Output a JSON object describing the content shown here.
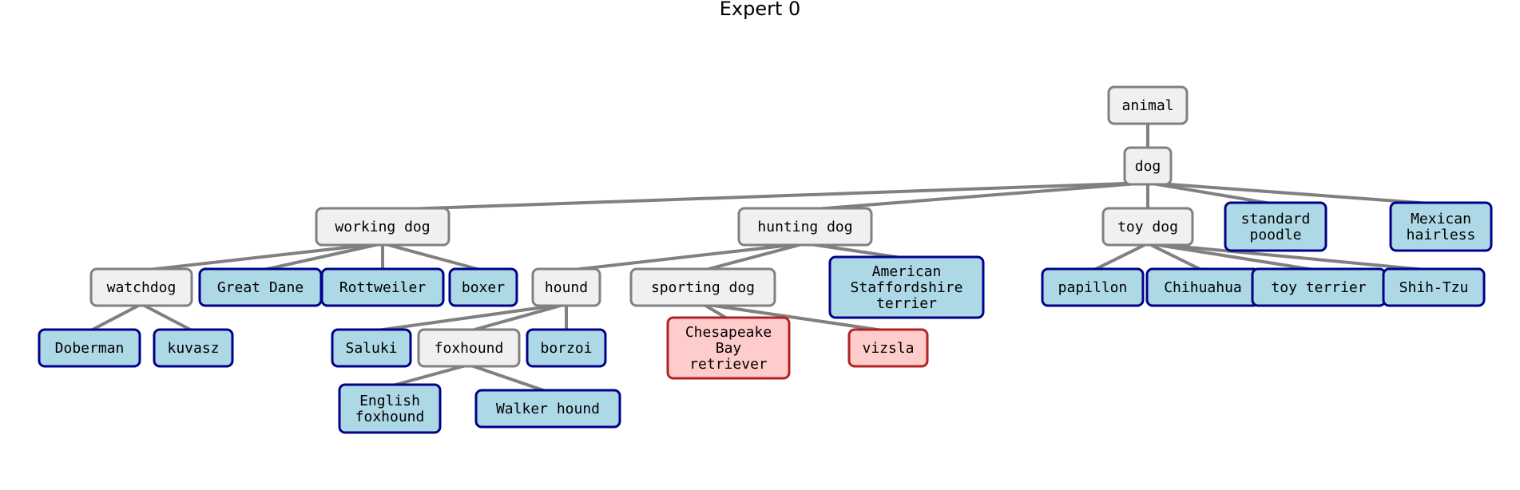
{
  "title": "Expert 0",
  "colors": {
    "edge": "#808080",
    "internal_fill": "#f0f0f0",
    "internal_stroke": "#808080",
    "leaf_fill": "#add8e6",
    "leaf_stroke": "#00008b",
    "highlight_fill": "#ffcccc",
    "highlight_stroke": "#b22222"
  },
  "nodes": [
    {
      "id": "animal",
      "label": "animal",
      "kind": "internal"
    },
    {
      "id": "dog",
      "label": "dog",
      "kind": "internal"
    },
    {
      "id": "working_dog",
      "label": "working dog",
      "kind": "internal"
    },
    {
      "id": "hunting_dog",
      "label": "hunting dog",
      "kind": "internal"
    },
    {
      "id": "toy_dog",
      "label": "toy dog",
      "kind": "internal"
    },
    {
      "id": "standard_poodle",
      "label": "standard\npoodle",
      "kind": "leaf"
    },
    {
      "id": "mexican_hairless",
      "label": "Mexican\nhairless",
      "kind": "leaf"
    },
    {
      "id": "watchdog",
      "label": "watchdog",
      "kind": "internal"
    },
    {
      "id": "great_dane",
      "label": "Great Dane",
      "kind": "leaf"
    },
    {
      "id": "rottweiler",
      "label": "Rottweiler",
      "kind": "leaf"
    },
    {
      "id": "boxer",
      "label": "boxer",
      "kind": "leaf"
    },
    {
      "id": "hound",
      "label": "hound",
      "kind": "internal"
    },
    {
      "id": "sporting_dog",
      "label": "sporting dog",
      "kind": "internal"
    },
    {
      "id": "american_staffordshire_terrier",
      "label": "American\nStaffordshire\nterrier",
      "kind": "leaf"
    },
    {
      "id": "papillon",
      "label": "papillon",
      "kind": "leaf"
    },
    {
      "id": "chihuahua",
      "label": "Chihuahua",
      "kind": "leaf"
    },
    {
      "id": "toy_terrier",
      "label": "toy terrier",
      "kind": "leaf"
    },
    {
      "id": "shih_tzu",
      "label": "Shih-Tzu",
      "kind": "leaf"
    },
    {
      "id": "doberman",
      "label": "Doberman",
      "kind": "leaf"
    },
    {
      "id": "kuvasz",
      "label": "kuvasz",
      "kind": "leaf"
    },
    {
      "id": "saluki",
      "label": "Saluki",
      "kind": "leaf"
    },
    {
      "id": "foxhound",
      "label": "foxhound",
      "kind": "internal"
    },
    {
      "id": "borzoi",
      "label": "borzoi",
      "kind": "leaf"
    },
    {
      "id": "chesapeake_bay_retriever",
      "label": "Chesapeake\nBay\nretriever",
      "kind": "highlight"
    },
    {
      "id": "vizsla",
      "label": "vizsla",
      "kind": "highlight"
    },
    {
      "id": "english_foxhound",
      "label": "English\nfoxhound",
      "kind": "leaf"
    },
    {
      "id": "walker_hound",
      "label": "Walker hound",
      "kind": "leaf"
    }
  ],
  "edges": [
    [
      "animal",
      "dog"
    ],
    [
      "dog",
      "working_dog"
    ],
    [
      "dog",
      "hunting_dog"
    ],
    [
      "dog",
      "toy_dog"
    ],
    [
      "dog",
      "standard_poodle"
    ],
    [
      "dog",
      "mexican_hairless"
    ],
    [
      "working_dog",
      "watchdog"
    ],
    [
      "working_dog",
      "great_dane"
    ],
    [
      "working_dog",
      "rottweiler"
    ],
    [
      "working_dog",
      "boxer"
    ],
    [
      "hunting_dog",
      "hound"
    ],
    [
      "hunting_dog",
      "sporting_dog"
    ],
    [
      "hunting_dog",
      "american_staffordshire_terrier"
    ],
    [
      "toy_dog",
      "papillon"
    ],
    [
      "toy_dog",
      "chihuahua"
    ],
    [
      "toy_dog",
      "toy_terrier"
    ],
    [
      "toy_dog",
      "shih_tzu"
    ],
    [
      "watchdog",
      "doberman"
    ],
    [
      "watchdog",
      "kuvasz"
    ],
    [
      "hound",
      "saluki"
    ],
    [
      "hound",
      "foxhound"
    ],
    [
      "hound",
      "borzoi"
    ],
    [
      "sporting_dog",
      "chesapeake_bay_retriever"
    ],
    [
      "sporting_dog",
      "vizsla"
    ],
    [
      "foxhound",
      "english_foxhound"
    ],
    [
      "foxhound",
      "walker_hound"
    ]
  ]
}
